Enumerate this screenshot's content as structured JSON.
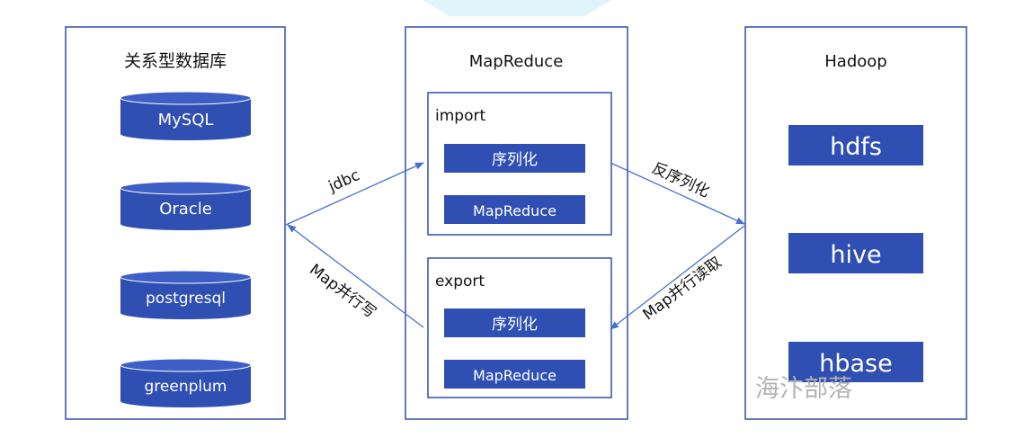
{
  "left_panel": {
    "title": "关系型数据库",
    "databases": [
      "MySQL",
      "Oracle",
      "postgresql",
      "greenplum"
    ]
  },
  "center_panel": {
    "title": "MapReduce",
    "import_box": {
      "label": "import",
      "steps": [
        "序列化",
        "MapReduce"
      ]
    },
    "export_box": {
      "label": "export",
      "steps": [
        "序列化",
        "MapReduce"
      ]
    }
  },
  "right_panel": {
    "title": "Hadoop",
    "stores": [
      "hdfs",
      "hive",
      "hbase"
    ]
  },
  "arrows": {
    "jdbc": "jdbc",
    "map_parallel_write": "Map并行写",
    "deserialize": "反序列化",
    "map_parallel_read": "Map并行读取"
  },
  "watermark": "海汴部落",
  "colors": {
    "primary_blue": "#2f4fb3",
    "panel_border": "#2f4fb3",
    "arrow": "#4a6fd0",
    "watermark": "#b3b3b3",
    "top_decoration": "#dff4fb"
  }
}
